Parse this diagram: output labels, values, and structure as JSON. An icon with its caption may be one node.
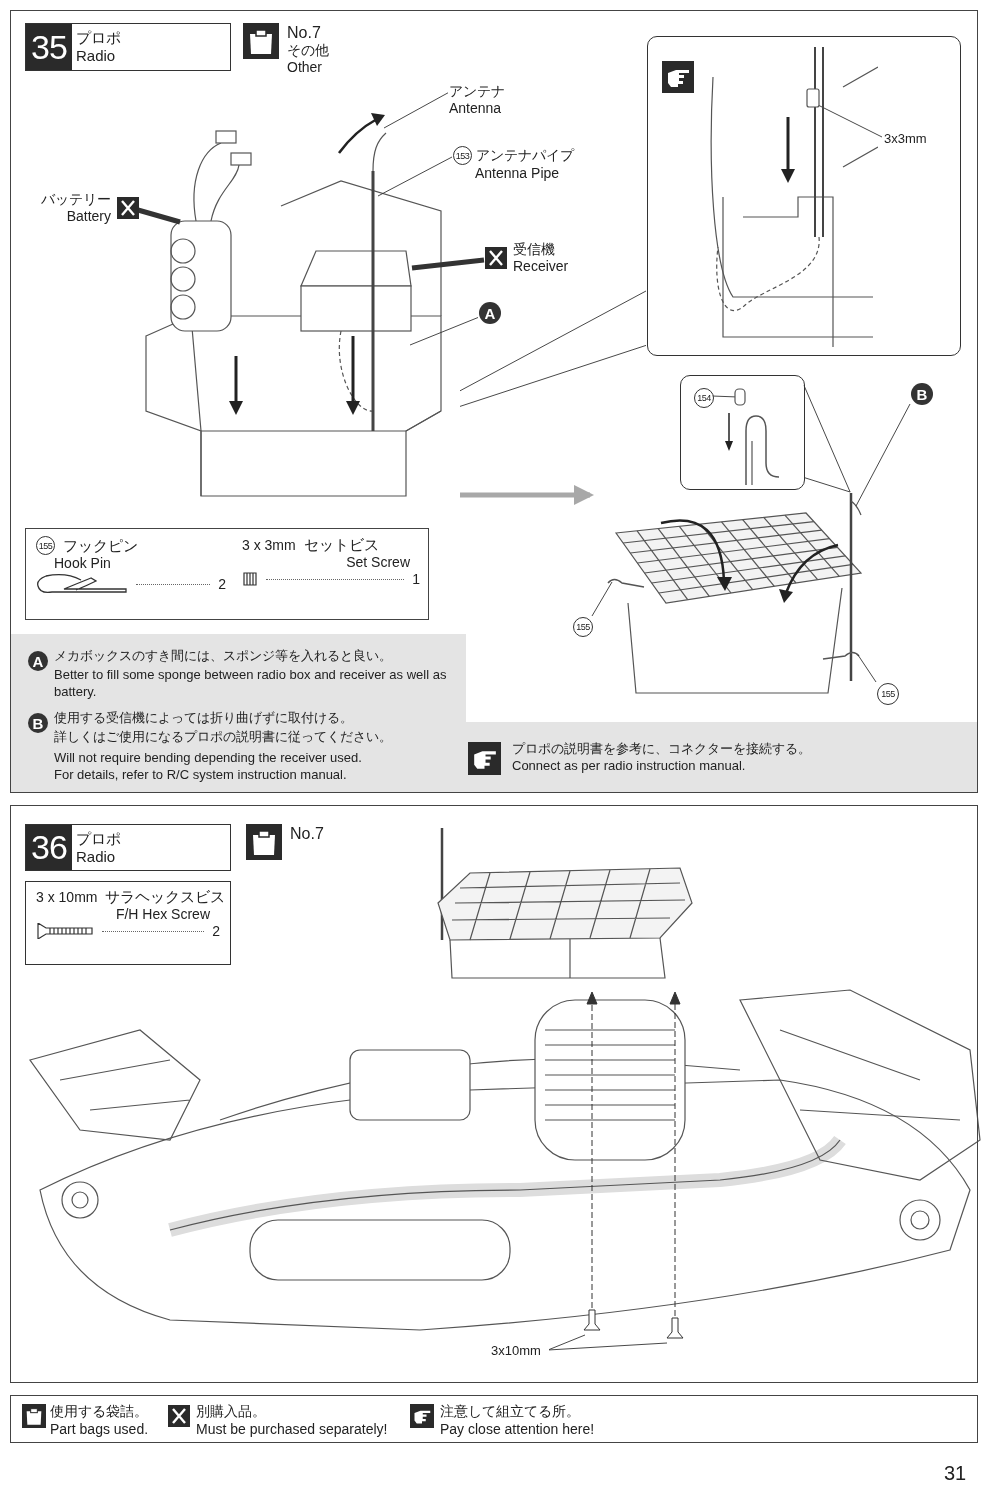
{
  "diagram": {
    "nodes": [
      {
        "text": [],
        "shape": "box"
      },
      {
        "text": [
          "35",
          "プロポ",
          "Radio"
        ],
        "in": 0
      },
      {
        "text": [
          "No.7",
          "その他",
          "Other"
        ],
        "in": 0
      },
      {
        "text": [],
        "shape": "picture",
        "in": 0
      },
      {
        "text": [
          "アンテナ",
          "Antenna"
        ],
        "in": 0
      },
      {
        "text": [
          "153",
          "アンテナパイプ",
          "Antenna Pipe"
        ],
        "in": 0
      },
      {
        "text": [
          "バッテリー",
          "Battery"
        ],
        "in": 0
      },
      {
        "text": [
          "受信機",
          "Receiver"
        ],
        "in": 0
      },
      {
        "text": [
          "A"
        ],
        "in": 0
      },
      {
        "text": [],
        "shape": "box",
        "in": 0
      },
      {
        "text": [
          "3x3mm"
        ],
        "in": 9
      },
      {
        "text": [],
        "shape": "box",
        "in": 0
      },
      {
        "text": [
          "154"
        ],
        "in": 11
      },
      {
        "text": [
          "B"
        ],
        "in": 0
      },
      {
        "text": [],
        "shape": "picture",
        "in": 0
      },
      {
        "text": [
          "155"
        ],
        "in": 0
      },
      {
        "text": [
          "155"
        ],
        "in": 0
      },
      {
        "text": [],
        "shape": "box",
        "in": 0
      },
      {
        "text": [
          "155",
          "フックピン",
          "Hook Pin",
          "2"
        ],
        "in": 17
      },
      {
        "text": [
          "3 x 3mm",
          "セットビス",
          "Set Screw",
          "1"
        ],
        "in": 17
      },
      {
        "text": [],
        "shape": "box"
      },
      {
        "text": [
          "36",
          "プロポ",
          "Radio"
        ],
        "in": 20
      },
      {
        "text": [
          "No.7"
        ],
        "in": 20
      },
      {
        "text": [
          "3 x 10mm",
          "サラヘックスビス",
          "F/H Hex Screw",
          "2"
        ],
        "in": 20
      },
      {
        "text": [
          "3x10mm"
        ],
        "in": 20
      },
      {
        "text": [
          "A"
        ],
        "in": 0
      },
      {
        "text": [
          "B"
        ],
        "in": 0
      }
    ],
    "edges": [
      {
        "from": 4,
        "to": 3,
        "arrow": "none"
      },
      {
        "from": 5,
        "to": 3,
        "arrow": "none"
      },
      {
        "from": 6,
        "to": 3,
        "arrow": "none",
        "style": "thick"
      },
      {
        "from": 7,
        "to": 3,
        "arrow": "none",
        "style": "thick"
      },
      {
        "from": 8,
        "to": 3,
        "arrow": "none"
      },
      {
        "from": 3,
        "to": 9,
        "arrow": "none"
      },
      {
        "from": 3,
        "to": 9,
        "arrow": "none"
      },
      {
        "from": 10,
        "to": null,
        "arrow": "none"
      },
      {
        "from": 12,
        "to": null,
        "arrow": "none"
      },
      {
        "from": 11,
        "to": 14,
        "arrow": "none"
      },
      {
        "from": 11,
        "to": 14,
        "arrow": "none"
      },
      {
        "from": 13,
        "to": 14,
        "arrow": "none"
      },
      {
        "from": 15,
        "to": 14,
        "arrow": "none"
      },
      {
        "from": 16,
        "to": 14,
        "arrow": "none"
      },
      {
        "from": 3,
        "to": 14,
        "arrow": "to",
        "style": "thick",
        "color": "#a8a8a8"
      },
      {
        "from": 24,
        "to": null,
        "arrow": "none"
      },
      {
        "from": 24,
        "to": null,
        "arrow": "none"
      }
    ],
    "labels": [
      "メカボックスのすき間には、スポンジ等を入れると良い。",
      "Better to fill some sponge between radio box and receiver as well as battery.",
      "使用する受信機によっては折り曲げずに取付ける。",
      "詳しくはご使用になるプロポの説明書に従ってください。",
      "Will not require bending depending the receiver used.",
      "For details, refer to R/C system instruction manual.",
      "プロポの説明書を参考に、コネクターを接続する。",
      "Connect as per radio instruction manual.",
      "31"
    ],
    "legend": [
      {
        "text": "使用する袋詰。"
      },
      {
        "text": "Part bags used."
      },
      {
        "text": "別購入品。"
      },
      {
        "text": "Must be purchased separately!"
      },
      {
        "text": "注意して組立てる所。"
      },
      {
        "text": "Pay close attention here!"
      }
    ]
  }
}
